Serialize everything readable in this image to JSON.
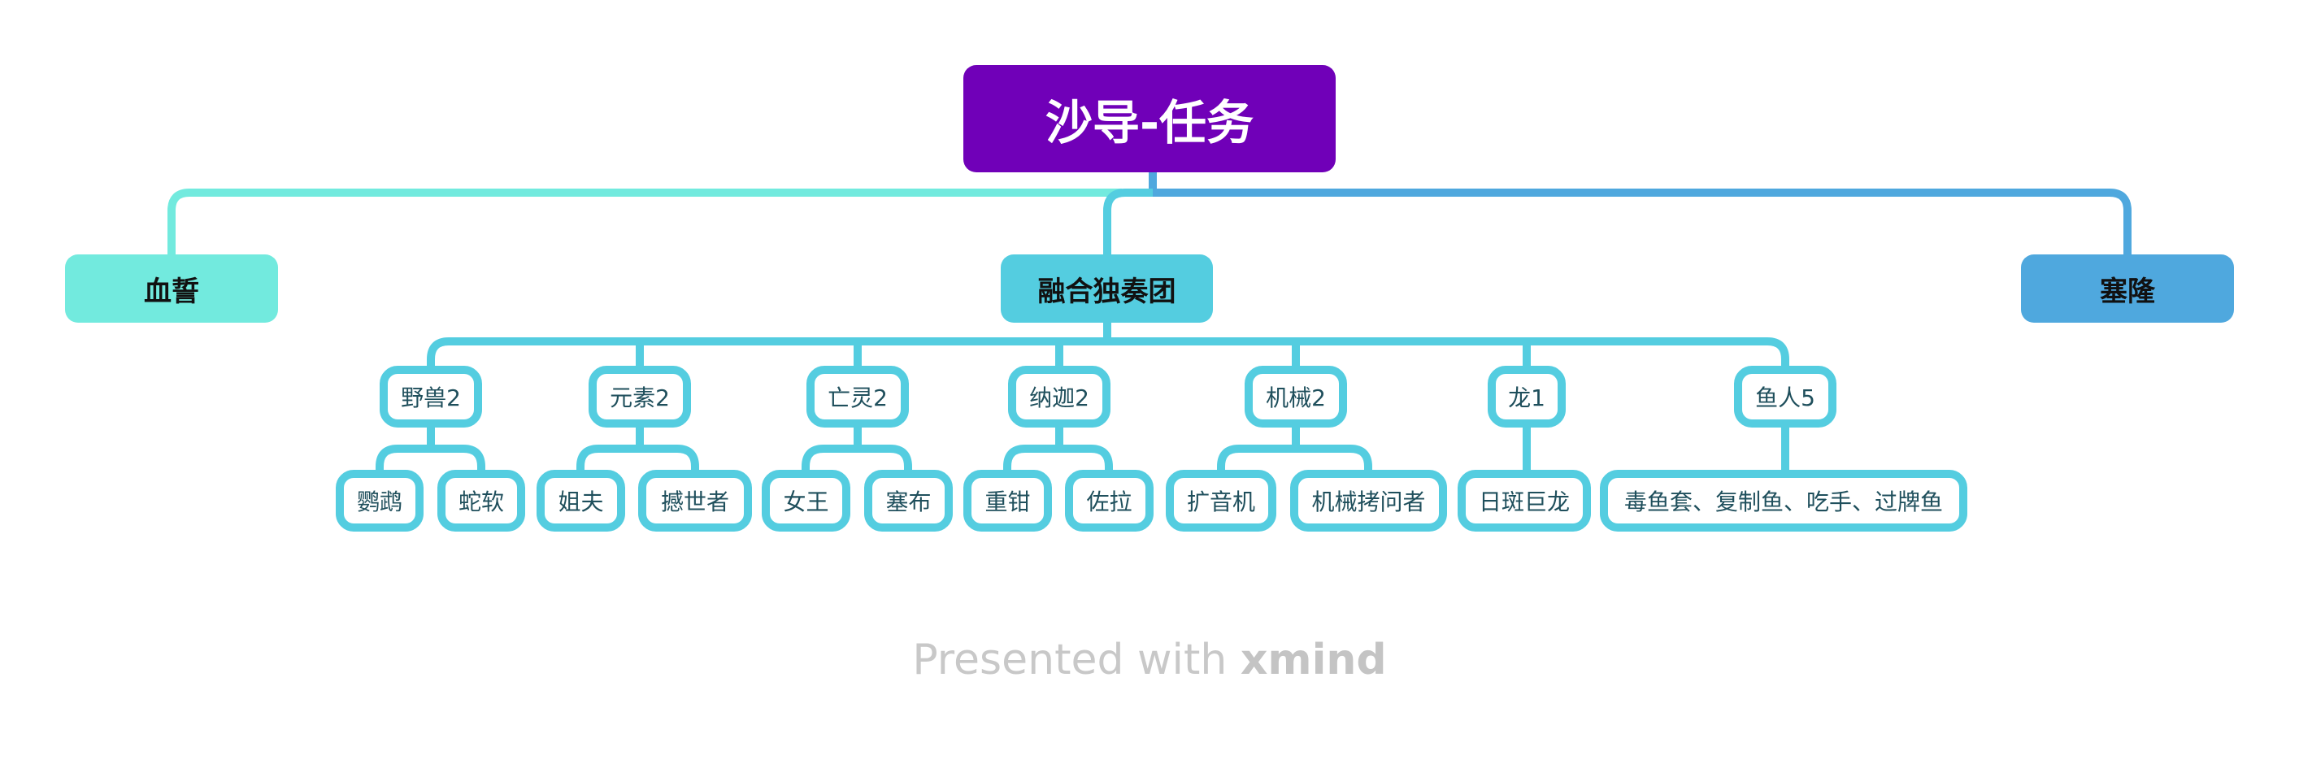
{
  "root": {
    "label": "沙导-任务",
    "color": "#7000b8"
  },
  "branches": [
    {
      "label": "血誓",
      "color": "#72eade",
      "children": []
    },
    {
      "label": "融合独奏团",
      "color": "#54cde0",
      "children": [
        {
          "label": "野兽2",
          "children": [
            "鹦鹉",
            "蛇软"
          ]
        },
        {
          "label": "元素2",
          "children": [
            "姐夫",
            "撼世者"
          ]
        },
        {
          "label": "亡灵2",
          "children": [
            "女王",
            "塞布"
          ]
        },
        {
          "label": "纳迦2",
          "children": [
            "重钳",
            "佐拉"
          ]
        },
        {
          "label": "机械2",
          "children": [
            "扩音机",
            "机械拷问者"
          ]
        },
        {
          "label": "龙1",
          "children": [
            "日斑巨龙"
          ]
        },
        {
          "label": "鱼人5",
          "children": [
            "毒鱼套、复制鱼、吃手、过牌鱼"
          ]
        }
      ]
    },
    {
      "label": "塞隆",
      "color": "#4fa8de",
      "children": []
    }
  ],
  "footer": {
    "prefix": "Presented with",
    "brand": "xmind"
  }
}
